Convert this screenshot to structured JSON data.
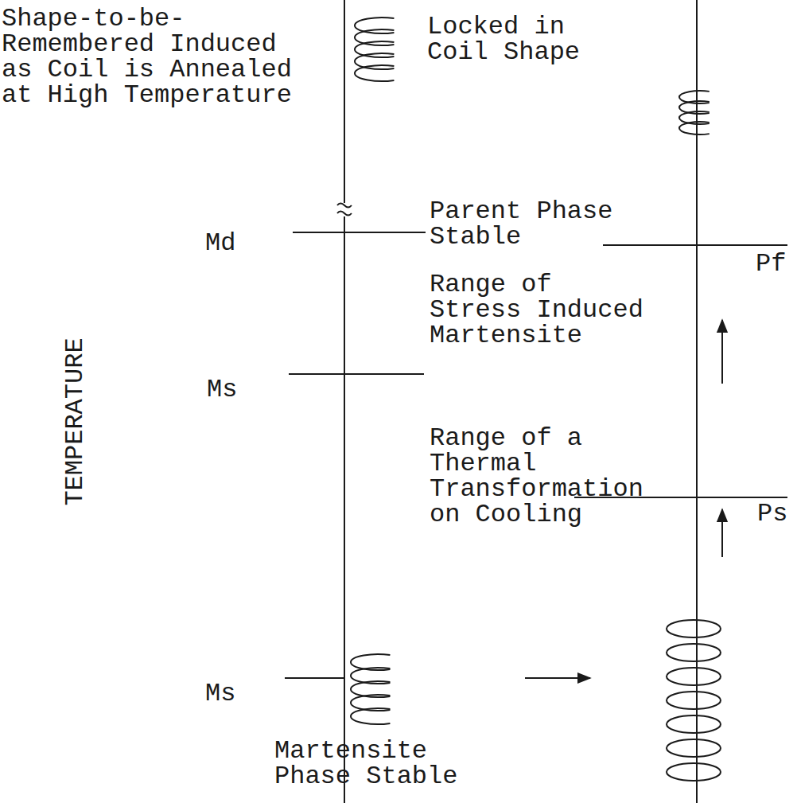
{
  "diagram": {
    "labels": [
      "Shape-to-be- Remembered Induced as Coil is Annealed at High Temperature",
      "Locked in Coil Shape",
      "Parent Phase Stable",
      "Md",
      "Pf",
      "Range of Stress Induced Martensite",
      "TEMPERATURE",
      "Ms",
      "Range of a Thermal Transformation on Cooling",
      "Ps",
      "Ms",
      "Martensite Phase Stable"
    ]
  }
}
